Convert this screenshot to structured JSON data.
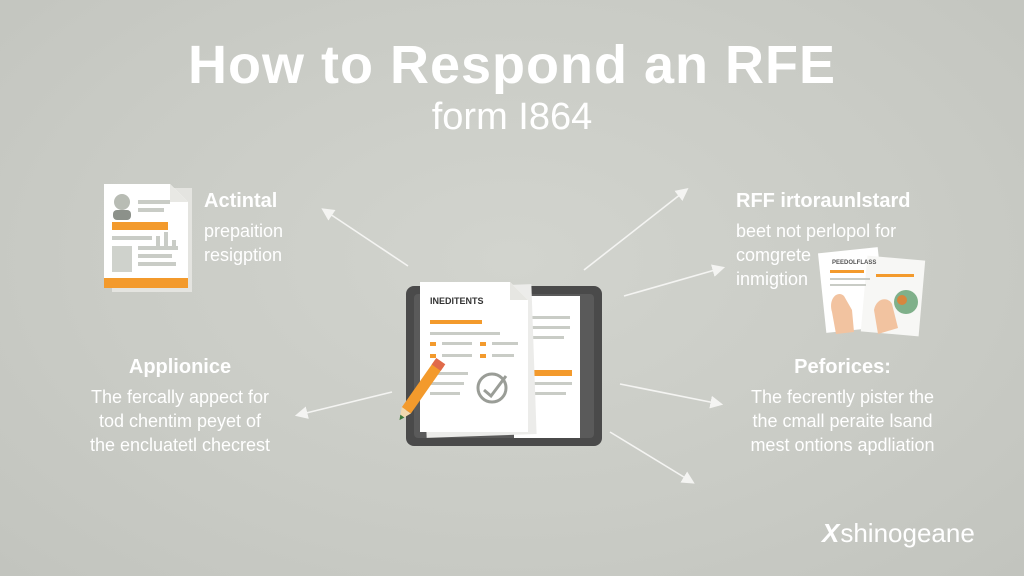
{
  "title": "How to Respond an RFE",
  "subtitle": "form I864",
  "colors": {
    "background": "#cbcdc7",
    "text": "#ffffff",
    "accent": "#f39a2c",
    "tablet": "#4a4a4a"
  },
  "center_document": {
    "heading": "INEDITENTS"
  },
  "blocks": {
    "top_left": {
      "heading": "Actintal",
      "lines": [
        "prepaition",
        "resigption"
      ]
    },
    "top_right": {
      "heading": "RFF irtoraunlstard",
      "lines": [
        "beet not perlopol for",
        "comgrete",
        "inmigtion"
      ],
      "inset_label": "PEEDOLFLASS"
    },
    "bottom_left": {
      "heading": "Applionice",
      "lines": [
        "The fercally appect for",
        "tod chentim peyet of",
        "the encluatetl checrest"
      ]
    },
    "bottom_right": {
      "heading": "Peforices:",
      "lines": [
        "The fecrently pister the",
        "the cmall peraite lsand",
        "mest ontions apdliation"
      ]
    }
  },
  "brand": {
    "mark": "X",
    "name": "shinogeane"
  }
}
